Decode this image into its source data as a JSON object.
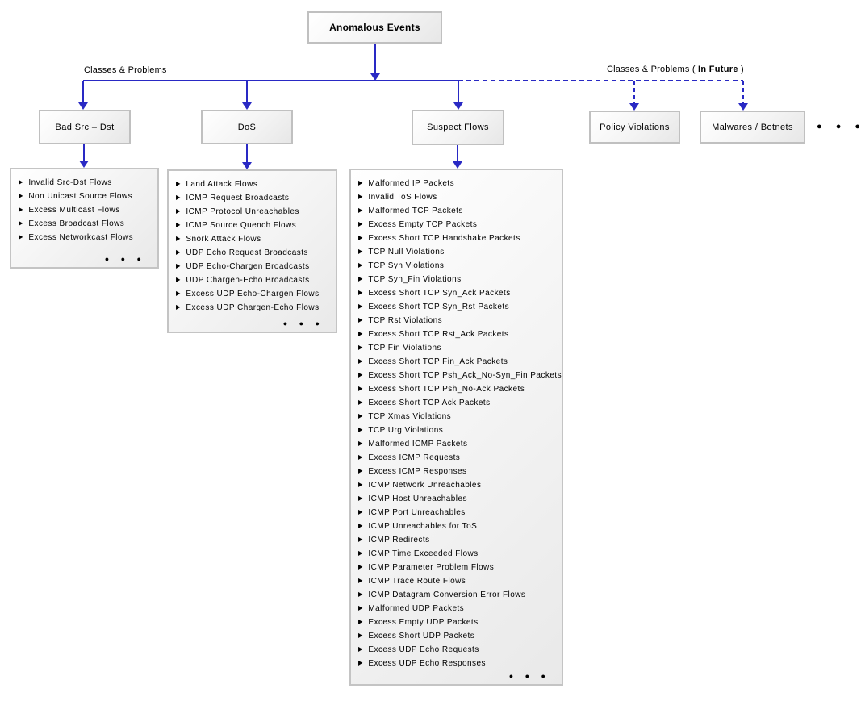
{
  "ui": {
    "accent_blue": "#2929c4",
    "box_border_color": "#c0c0c0",
    "bullet_icon": "▶",
    "ellipsis": "● ● ●"
  },
  "root": {
    "title": "Anomalous Events"
  },
  "branch_labels": {
    "current": "Classes & Problems",
    "future_prefix": "Classes & Problems ( ",
    "future_bold": "In Future",
    "future_suffix": " )"
  },
  "categories": [
    {
      "label": "Bad Src – Dst",
      "items": [
        "Invalid Src-Dst Flows",
        "Non Unicast Source Flows",
        "Excess Multicast Flows",
        "Excess Broadcast Flows",
        "Excess Networkcast Flows"
      ]
    },
    {
      "label": "DoS",
      "items": [
        "Land Attack Flows",
        "ICMP Request Broadcasts",
        "ICMP Protocol Unreachables",
        "ICMP Source Quench Flows",
        "Snork Attack Flows",
        "UDP Echo Request Broadcasts",
        "UDP Echo-Chargen Broadcasts",
        "UDP Chargen-Echo Broadcasts",
        "Excess UDP Echo-Chargen Flows",
        "Excess UDP Chargen-Echo Flows"
      ]
    },
    {
      "label": "Suspect Flows",
      "items": [
        "Malformed IP Packets",
        "Invalid ToS Flows",
        "Malformed TCP Packets",
        "Excess Empty TCP Packets",
        "Excess Short TCP Handshake Packets",
        "TCP Null Violations",
        "TCP Syn Violations",
        "TCP Syn_Fin Violations",
        "Excess Short TCP Syn_Ack Packets",
        "Excess Short TCP Syn_Rst Packets",
        "TCP Rst Violations",
        "Excess Short TCP Rst_Ack Packets",
        "TCP Fin Violations",
        "Excess Short TCP Fin_Ack Packets",
        "Excess Short TCP Psh_Ack_No-Syn_Fin Packets",
        "Excess Short TCP Psh_No-Ack Packets",
        "Excess Short TCP Ack Packets",
        "TCP Xmas Violations",
        "TCP Urg Violations",
        "Malformed ICMP Packets",
        "Excess ICMP Requests",
        "Excess ICMP Responses",
        "ICMP Network Unreachables",
        "ICMP Host Unreachables",
        "ICMP Port Unreachables",
        "ICMP Unreachables for ToS",
        "ICMP Redirects",
        "ICMP Time Exceeded Flows",
        "ICMP Parameter Problem Flows",
        "ICMP Trace Route Flows",
        "ICMP Datagram Conversion Error Flows",
        "Malformed UDP Packets",
        "Excess Empty UDP Packets",
        "Excess Short UDP Packets",
        "Excess UDP Echo Requests",
        "Excess UDP Echo Responses"
      ]
    },
    {
      "label": "Policy Violations"
    },
    {
      "label": "Malwares / Botnets"
    }
  ]
}
